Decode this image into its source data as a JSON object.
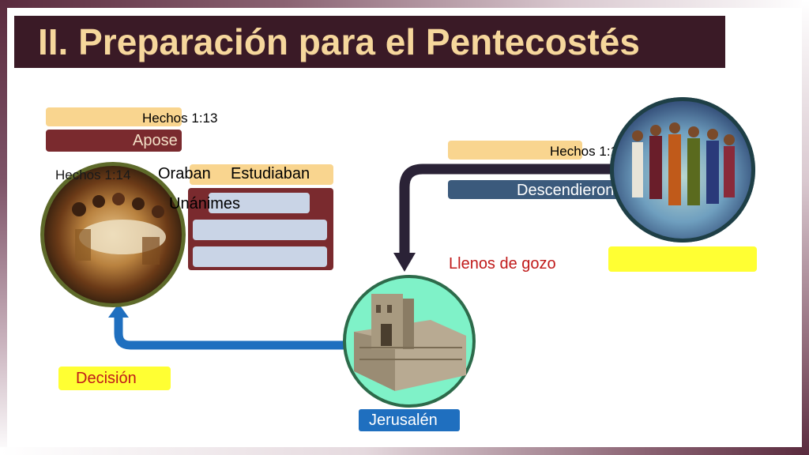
{
  "title": "II. Preparación para el Pentecostés",
  "left": {
    "ref_top": "Hechos 1:13",
    "apostles_label": "Apose",
    "ref_mid": "Hechos 1:14",
    "oraban": "Oraban",
    "estudiaban": "Estudiaban",
    "unanimes": "Unánimes"
  },
  "right": {
    "ref": "Hechos 1:12",
    "descend_label": "Descendieron",
    "llenos": "Llenos de gozo"
  },
  "bottom": {
    "decision": "Decisión",
    "jerusalen": "Jerusalén"
  },
  "colors": {
    "title_bg": "#3a1a26",
    "title_text": "#f6d79c",
    "tan": "#f9d58f",
    "maroon": "#7a2a2e",
    "navy": "#3b5a7c",
    "yellow": "#ffff33",
    "blue_arrow": "#1f6fbf",
    "dark_arrow": "#2a2236",
    "red_text": "#c01a1a"
  }
}
